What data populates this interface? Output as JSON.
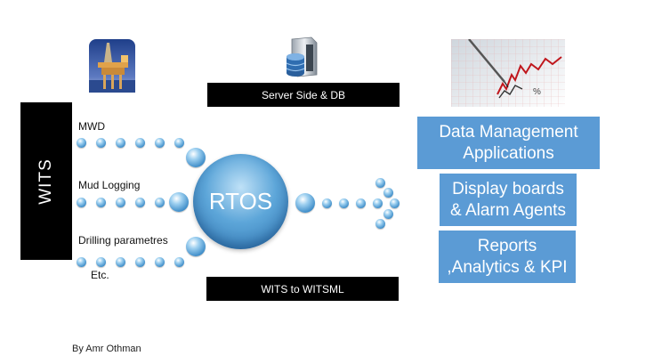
{
  "left_bar": {
    "label": "WITS"
  },
  "sources": [
    {
      "label": "MWD"
    },
    {
      "label": "Mud Logging"
    },
    {
      "label": "Drilling parametres"
    }
  ],
  "etc_label": "Etc.",
  "center": {
    "label": "RTOS"
  },
  "top_box": {
    "label": "Server Side & DB"
  },
  "bottom_box": {
    "label": "WITS to WITSML"
  },
  "outputs": [
    {
      "line1": "Data Management",
      "line2": "Applications"
    },
    {
      "line1": "Display boards",
      "line2": "& Alarm Agents"
    },
    {
      "line1": "Reports",
      "line2": ",Analytics & KPI"
    }
  ],
  "credit": "By Amr Othman",
  "icons": [
    "oil-rig-icon",
    "server-database-icon",
    "stock-chart-icon"
  ],
  "colors": {
    "accent_blue": "#5b9bd5",
    "bar": "#000000",
    "sphere": "#3d8cc8"
  }
}
